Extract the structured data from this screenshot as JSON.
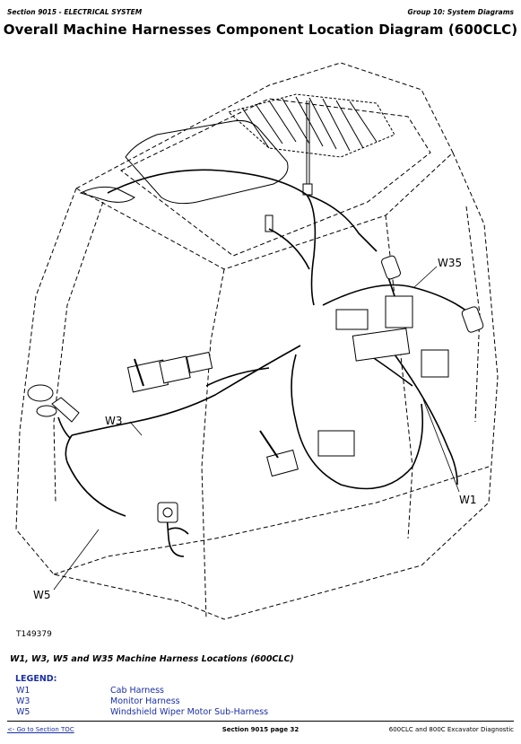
{
  "header": {
    "left": "Section 9015 - ELECTRICAL SYSTEM",
    "right": "Group 10: System Diagrams"
  },
  "title": "Overall Machine Harnesses Component Location Diagram (600CLC)",
  "figure": {
    "callouts": {
      "w35": "W35",
      "w3": "W3",
      "w1": "W1",
      "w5": "W5"
    },
    "id": "T149379",
    "caption": "W1, W3, W5 and W35 Machine Harness Locations (600CLC)"
  },
  "legend": {
    "title": "LEGEND:",
    "items": [
      {
        "code": "W1",
        "description": "Cab Harness"
      },
      {
        "code": "W3",
        "description": "Monitor Harness"
      },
      {
        "code": "W5",
        "description": "Windshield Wiper Motor Sub-Harness"
      }
    ]
  },
  "footer": {
    "left": "<- Go to Section TOC",
    "center": "Section 9015 page 32",
    "right": "600CLC and 800C Excavator Diagnostic"
  }
}
